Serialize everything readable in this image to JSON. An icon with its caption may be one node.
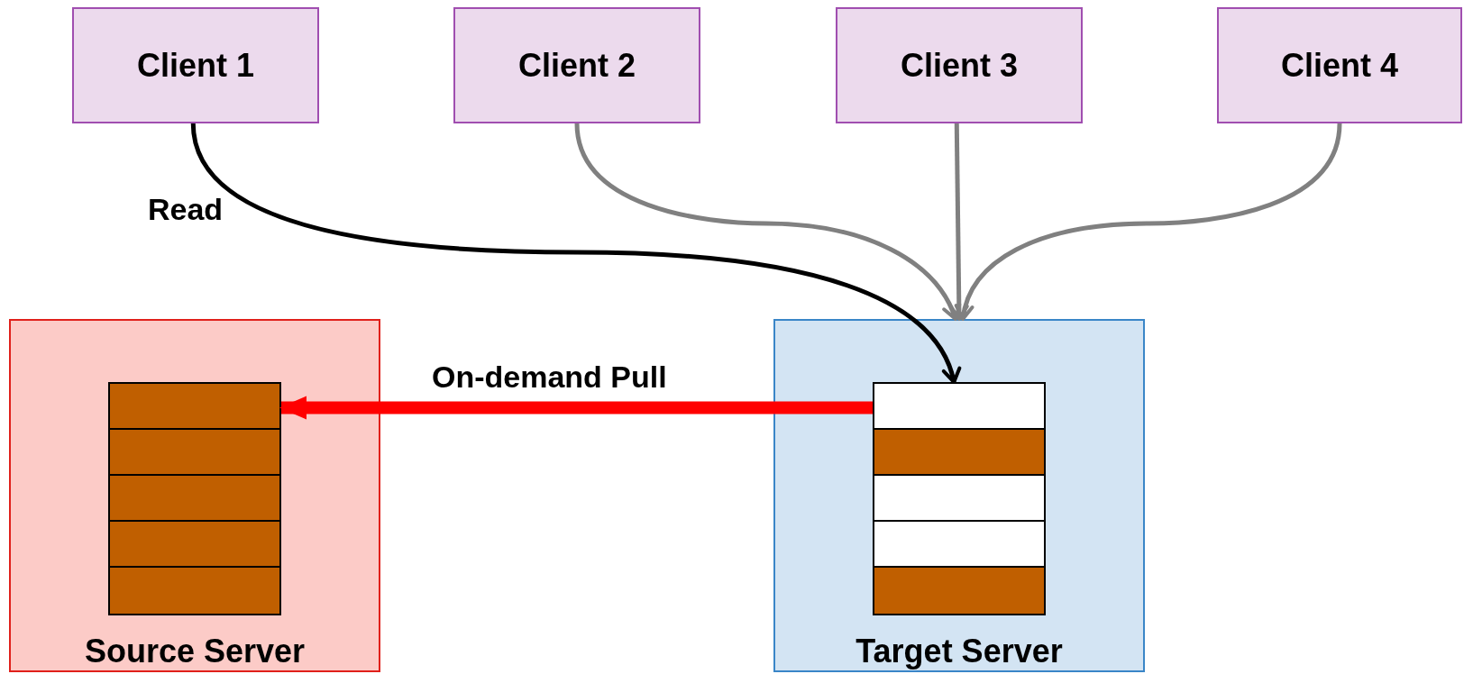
{
  "diagram": {
    "nodes": [
      {
        "text": [
          "Client 1"
        ]
      },
      {
        "text": [
          "Client 2"
        ]
      },
      {
        "text": [
          "Client 3"
        ]
      },
      {
        "text": [
          "Client 4"
        ]
      },
      {
        "text": [
          "Source Server"
        ]
      },
      {
        "text": [
          "Target Server"
        ]
      },
      {
        "text": [],
        "shape": "box",
        "in": 4
      },
      {
        "text": [],
        "shape": "box",
        "in": 5
      }
    ],
    "edges": [
      {
        "from": 0,
        "to": 7,
        "arrow": "to",
        "label": "Read",
        "color": "#000000"
      },
      {
        "from": 1,
        "to": 5,
        "arrow": "to"
      },
      {
        "from": 2,
        "to": 5,
        "arrow": "to"
      },
      {
        "from": 3,
        "to": 5,
        "arrow": "to"
      },
      {
        "from": 7,
        "to": 6,
        "arrow": "to",
        "label": "On-demand Pull",
        "style": "thick",
        "color": "#ff0000"
      }
    ]
  }
}
